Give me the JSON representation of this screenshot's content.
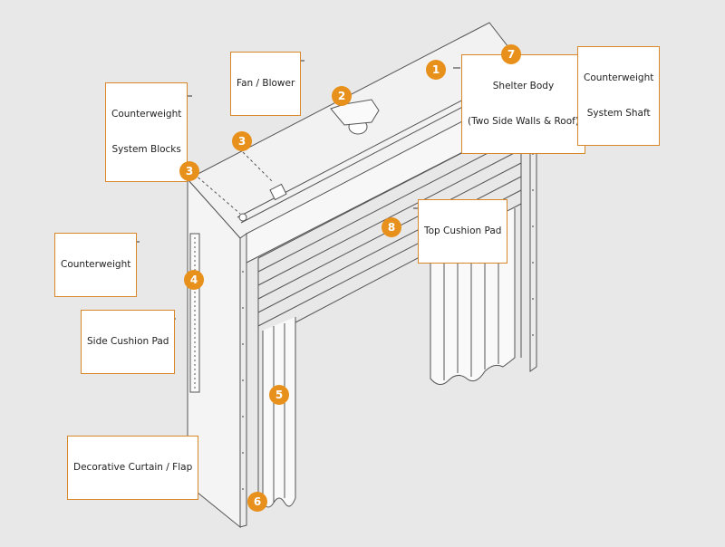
{
  "colors": {
    "background": "#e8e8e8",
    "accent": "#e8901c",
    "label_border": "#d8872a",
    "line": "#555555"
  },
  "labels": {
    "fan_blower": "Fan / Blower",
    "counterweight_system_blocks": [
      "Counterweight",
      "System Blocks"
    ],
    "counterweight": "Counterweight",
    "side_cushion_pad": "Side Cushion Pad",
    "decorative_curtain_flap": "Decorative Curtain / Flap",
    "shelter_body": [
      "Shelter Body",
      "(Two Side Walls & Roof)"
    ],
    "counterweight_system_shaft": [
      "Counterweight",
      "System Shaft"
    ],
    "top_cushion_pad": "Top Cushion Pad"
  },
  "badges": {
    "b1": "1",
    "b2": "2",
    "b3a": "3",
    "b3b": "3",
    "b4": "4",
    "b5": "5",
    "b6": "6",
    "b7": "7",
    "b8": "8"
  }
}
